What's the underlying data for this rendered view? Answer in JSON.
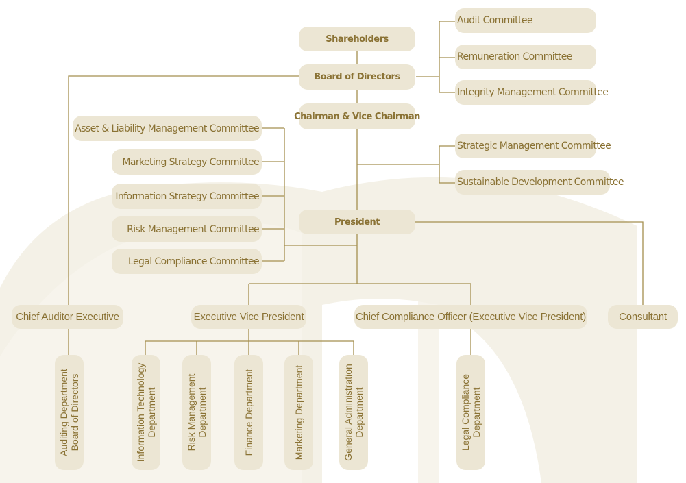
{
  "colors": {
    "box_fill": "#ece6d4",
    "text": "#8a7234",
    "connector": "#a58f4f",
    "watermark": "#f2eee3"
  },
  "chart": {
    "top": {
      "shareholders": "Shareholders",
      "board": "Board of Directors",
      "chairman": "Chairman & Vice Chairman",
      "president": "President"
    },
    "board_committees": [
      "Audit Committee",
      "Remuneration Committee",
      "Integrity Management Committee"
    ],
    "chairman_committees": [
      "Strategic Management Committee",
      "Sustainable Development Committee"
    ],
    "president_committees": [
      "Asset & Liability Management Committee",
      "Marketing Strategy Committee",
      "Information Strategy Committee",
      "Risk Management Committee",
      "Legal Compliance Committee"
    ],
    "executives": {
      "chief_auditor": "Chief Auditor Executive",
      "evp": "Executive Vice President",
      "cco": "Chief Compliance Officer (Executive Vice President)",
      "consultant": "Consultant"
    },
    "departments": {
      "auditing": [
        "Auditing Department",
        "Board of Directors"
      ],
      "it": [
        "Information Technology",
        "Department"
      ],
      "risk": [
        "Risk Management",
        "Department"
      ],
      "finance": [
        "Finance Department"
      ],
      "marketing": [
        "Marketing Department"
      ],
      "general_admin": [
        "General Administration",
        "Department"
      ],
      "legal": [
        "Legal Compliance",
        "Department"
      ]
    }
  }
}
